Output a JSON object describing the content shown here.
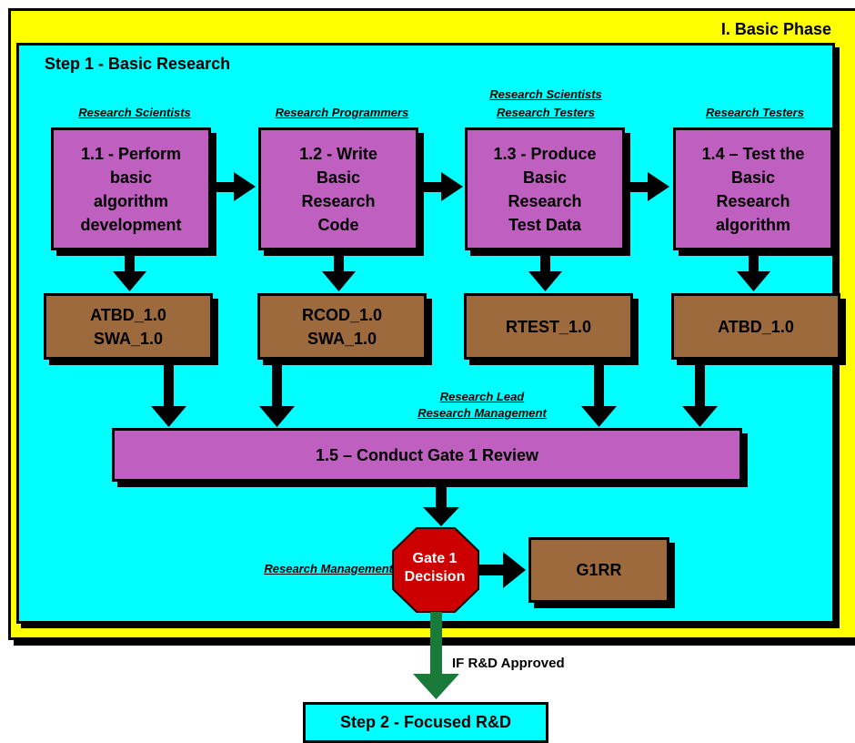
{
  "phase": {
    "title": "I.  Basic Phase"
  },
  "step": {
    "title": "Step 1 - Basic Research"
  },
  "roles": {
    "r1": "Research Scientists",
    "r2": "Research Programmers",
    "r3_line1": "Research Scientists",
    "r3_line2": "Research Testers",
    "r4": "Research Testers",
    "review_line1": "Research Lead",
    "review_line2": "Research Management",
    "gate": "Research Management"
  },
  "processes": {
    "p1": "1.1 - Perform\nbasic\nalgorithm\ndevelopment",
    "p2": "1.2 - Write\nBasic\nResearch\nCode",
    "p3": "1.3 - Produce\nBasic\nResearch\nTest Data",
    "p4": "1.4 – Test the\nBasic\nResearch\nalgorithm",
    "review": "1.5 – Conduct Gate 1 Review"
  },
  "artifacts": {
    "a1": "ATBD_1.0\nSWA_1.0",
    "a2": "RCOD_1.0\nSWA_1.0",
    "a3": "RTEST_1.0",
    "a4": "ATBD_1.0",
    "gate_output": "G1RR"
  },
  "gate": {
    "label": "Gate 1\nDecision",
    "color": "#cc0000"
  },
  "transition": {
    "condition": "IF R&D Approved",
    "color": "#1a7a3a"
  },
  "next_step": {
    "title": "Step 2 - Focused R&D"
  },
  "colors": {
    "phase_bg": "#ffff00",
    "step_bg": "#00ffff",
    "process": "#bf5fbf",
    "artifact": "#9c6a3c"
  }
}
